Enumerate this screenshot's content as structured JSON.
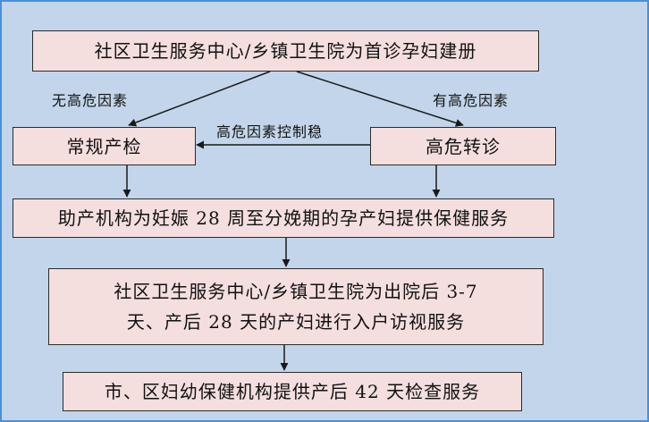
{
  "diagram": {
    "boxes": {
      "top": "社区卫生服务中心/乡镇卫生院为首诊孕妇建册",
      "routine": "常规产检",
      "highrisk": "高危转诊",
      "midwifery": "助产机构为妊娠 28 周至分娩期的孕产妇提供保健服务",
      "homevisit_line1": "社区卫生服务中心/乡镇卫生院为出院后 3-7",
      "homevisit_line2": "天、产后 28 天的产妇进行入户访视服务",
      "checkup": "市、区妇幼保健机构提供产后 42 天检查服务"
    },
    "labels": {
      "no_risk": "无高危因素",
      "has_risk": "有高危因素",
      "risk_controlled": "高危因素控制稳"
    }
  },
  "colors": {
    "background": "#c3d5ea",
    "box_fill": "#f4dede",
    "frame": "#4a90d9",
    "line": "#1a1a1a"
  }
}
